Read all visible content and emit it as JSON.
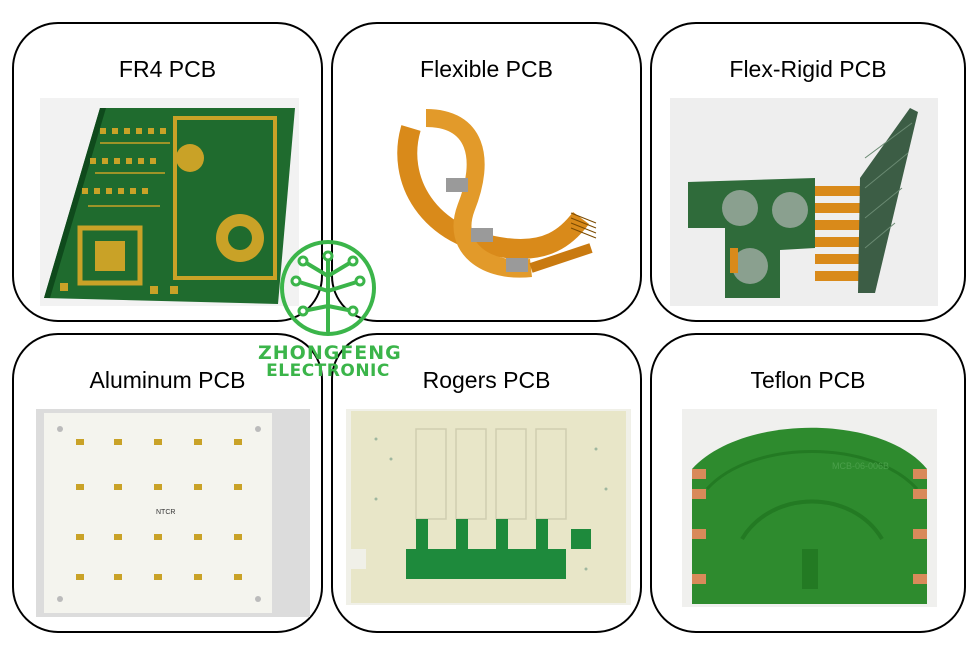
{
  "cards": [
    {
      "title": "FR4 PCB"
    },
    {
      "title": "Flexible PCB"
    },
    {
      "title": "Flex-Rigid PCB"
    },
    {
      "title": "Aluminum PCB"
    },
    {
      "title": "Rogers PCB"
    },
    {
      "title": "Teflon PCB"
    }
  ],
  "watermark": {
    "logo_line1": "ZHONGFENG",
    "logo_line2": "ELECTRONIC"
  },
  "pcb_labels": {
    "aluminum_center": "NTCR",
    "teflon_mark": "MCB-06-006B"
  },
  "colors": {
    "border": "#000000",
    "pcb_green": "#1f6b2e",
    "gold": "#c9a227",
    "flex_orange": "#d98a1a",
    "logo_green": "#3bb54a"
  }
}
